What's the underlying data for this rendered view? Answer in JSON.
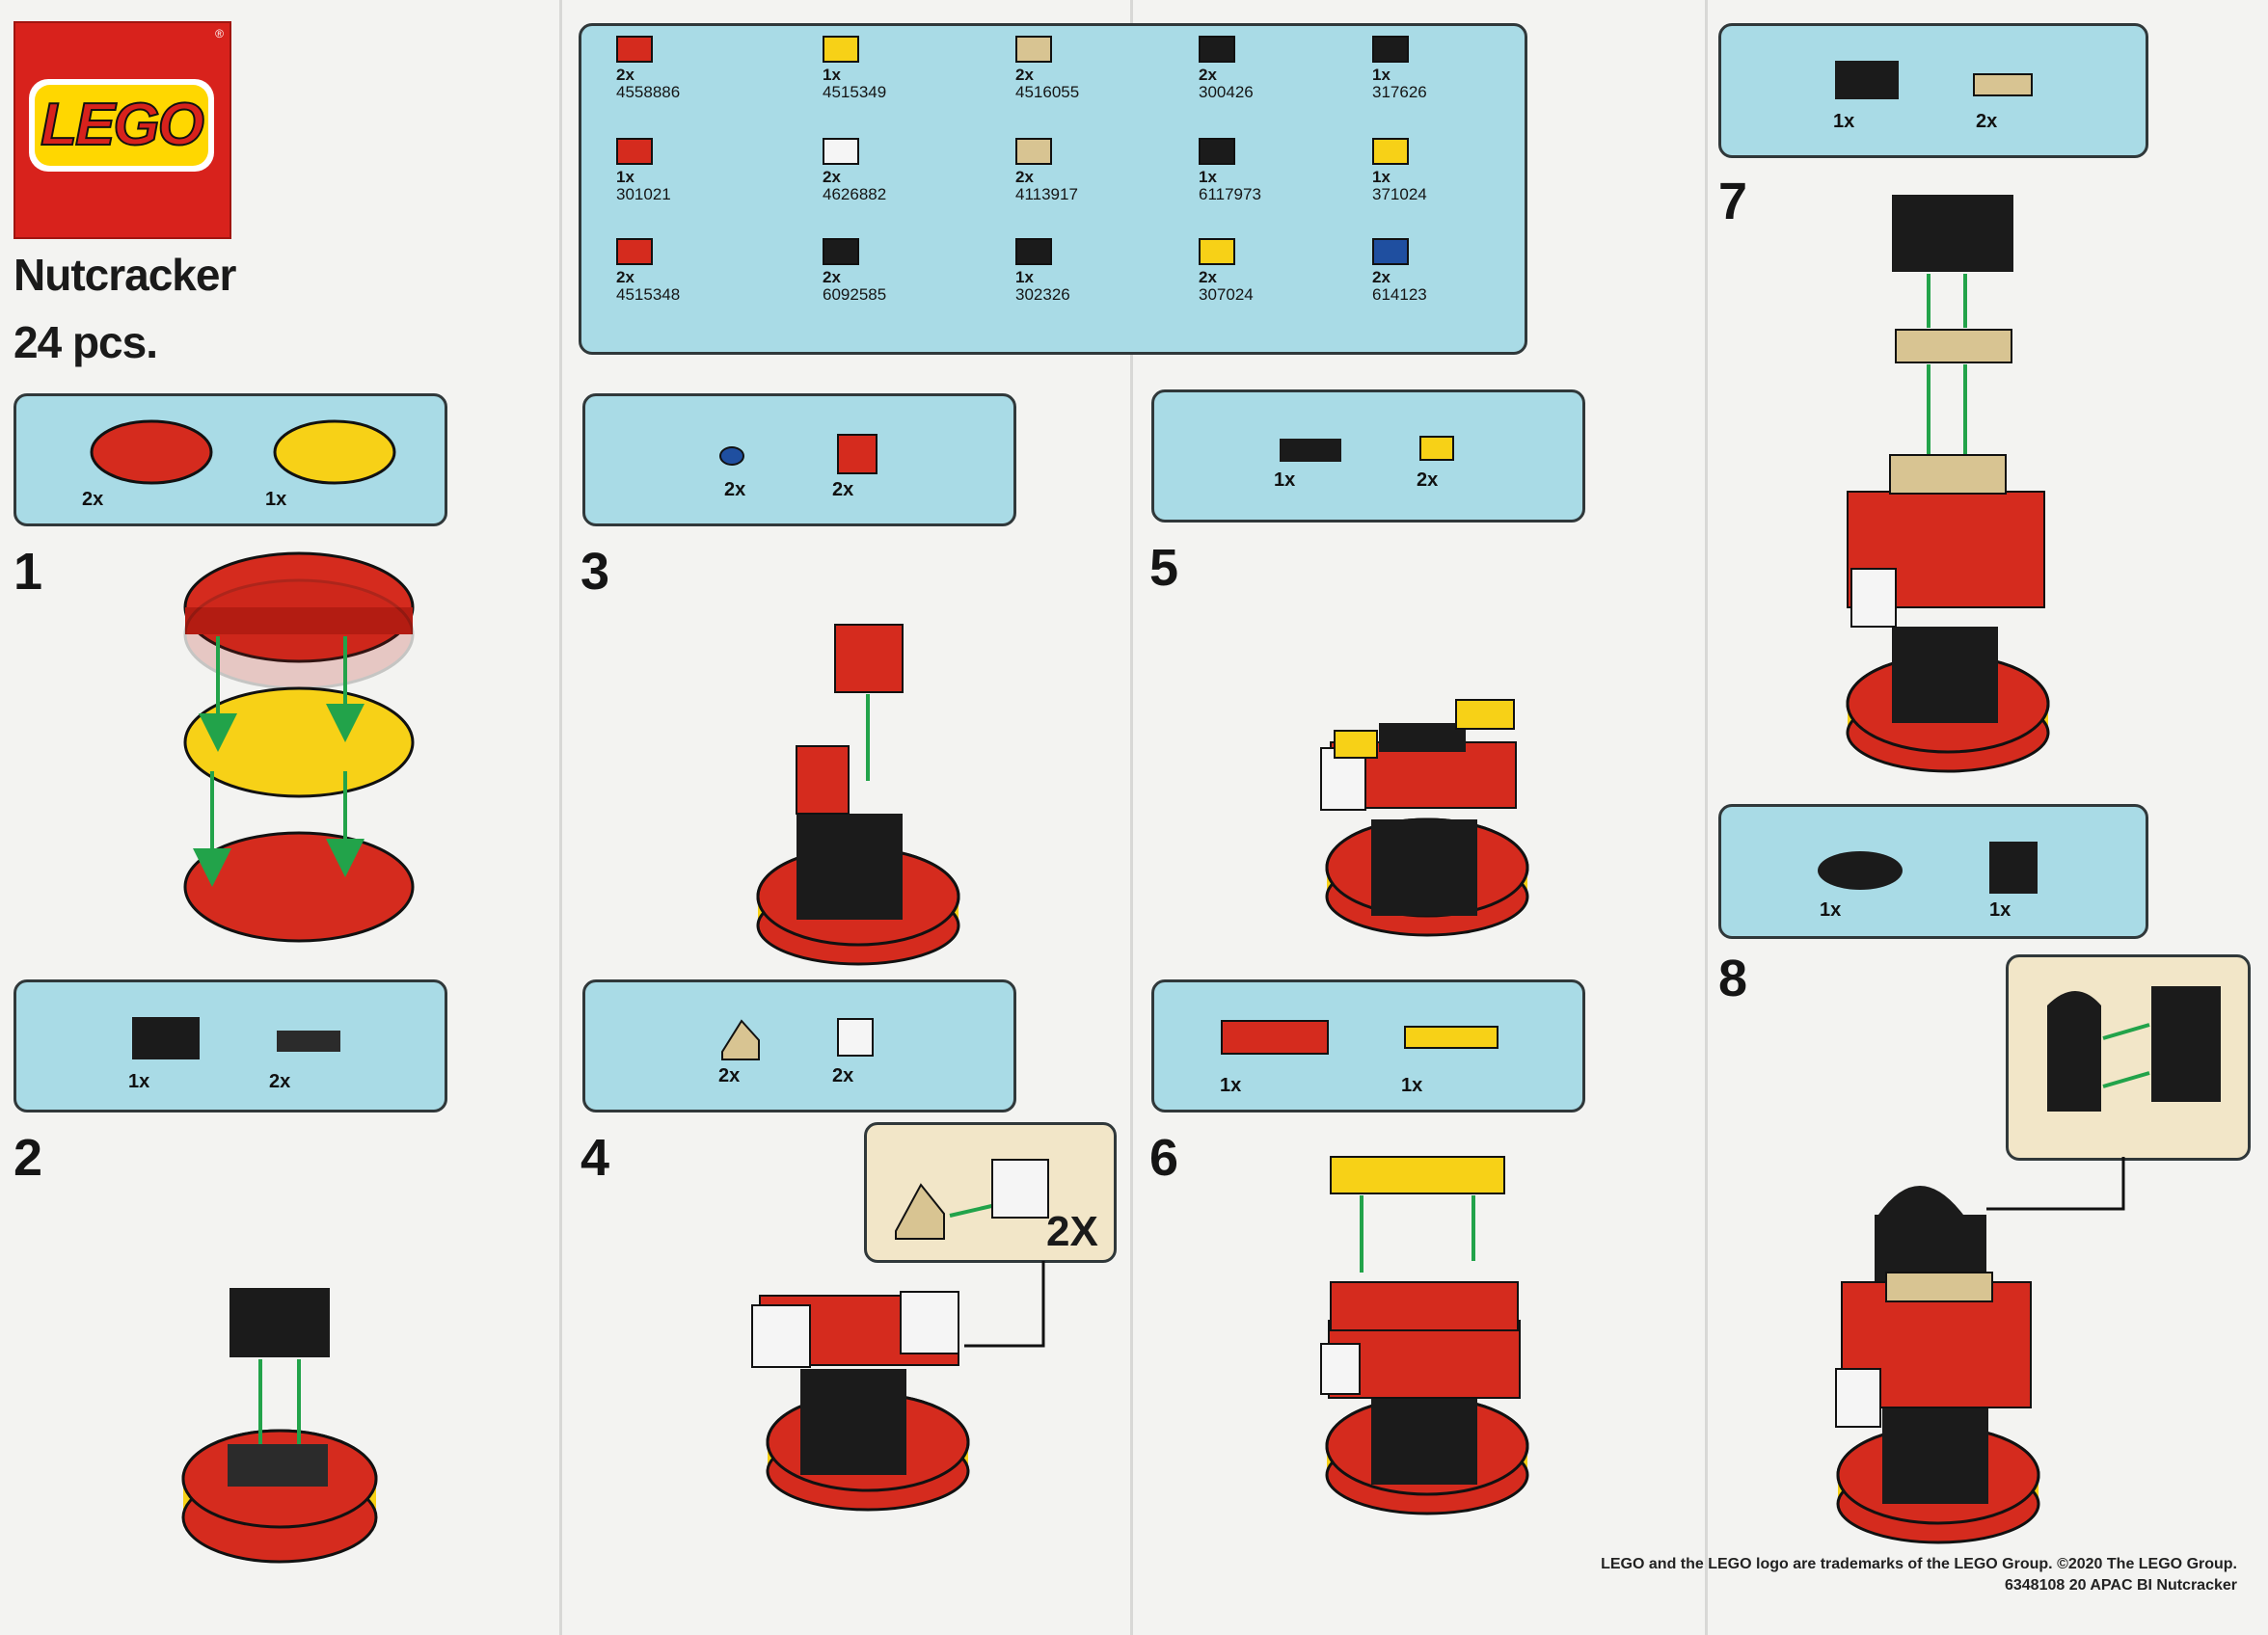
{
  "brand": {
    "logo_text": "LEGO",
    "logo_tm": "®"
  },
  "set": {
    "name": "Nutcracker",
    "pieces": "24 pcs."
  },
  "inventory": [
    {
      "qty": "2x",
      "part": "4558886",
      "color": "#d52b1e"
    },
    {
      "qty": "1x",
      "part": "301021",
      "color": "#d52b1e"
    },
    {
      "qty": "2x",
      "part": "4515348",
      "color": "#d52b1e"
    },
    {
      "qty": "1x",
      "part": "4515349",
      "color": "#f7d117"
    },
    {
      "qty": "2x",
      "part": "4626882",
      "color": "#f5f5f5"
    },
    {
      "qty": "2x",
      "part": "6092585",
      "color": "#1b1b1b"
    },
    {
      "qty": "2x",
      "part": "4516055",
      "color": "#d8c492"
    },
    {
      "qty": "2x",
      "part": "4113917",
      "color": "#d8c492"
    },
    {
      "qty": "1x",
      "part": "302326",
      "color": "#1b1b1b"
    },
    {
      "qty": "2x",
      "part": "300426",
      "color": "#1b1b1b"
    },
    {
      "qty": "1x",
      "part": "6117973",
      "color": "#1b1b1b"
    },
    {
      "qty": "2x",
      "part": "307024",
      "color": "#f7d117"
    },
    {
      "qty": "1x",
      "part": "317626",
      "color": "#1b1b1b"
    },
    {
      "qty": "1x",
      "part": "371024",
      "color": "#f7d117"
    },
    {
      "qty": "2x",
      "part": "614123",
      "color": "#1f4fa0"
    }
  ],
  "steps": [
    {
      "number": "1",
      "parts": [
        {
          "qty": "2x"
        },
        {
          "qty": "1x"
        }
      ]
    },
    {
      "number": "2",
      "parts": [
        {
          "qty": "1x"
        },
        {
          "qty": "2x"
        }
      ]
    },
    {
      "number": "3",
      "parts": [
        {
          "qty": "2x"
        },
        {
          "qty": "2x"
        }
      ]
    },
    {
      "number": "4",
      "parts": [
        {
          "qty": "2x"
        },
        {
          "qty": "2x"
        }
      ],
      "multiplier": "2X"
    },
    {
      "number": "5",
      "parts": [
        {
          "qty": "1x"
        },
        {
          "qty": "2x"
        }
      ]
    },
    {
      "number": "6",
      "parts": [
        {
          "qty": "1x"
        },
        {
          "qty": "1x"
        }
      ]
    },
    {
      "number": "7",
      "parts": [
        {
          "qty": "1x"
        },
        {
          "qty": "2x"
        }
      ]
    },
    {
      "number": "8",
      "parts": [
        {
          "qty": "1x"
        },
        {
          "qty": "1x"
        }
      ]
    }
  ],
  "colors": {
    "red": "#d52b1e",
    "yellow": "#f7d117",
    "black": "#1b1b1b",
    "panel": "#a9dbe6",
    "inset": "#f2e6c8",
    "arrow": "#22a34a",
    "tan": "#d8c492"
  },
  "footer": {
    "line1": "LEGO and the LEGO logo are trademarks of the LEGO Group. ©2020 The LEGO Group.",
    "line2": "6348108 20 APAC BI Nutcracker"
  }
}
